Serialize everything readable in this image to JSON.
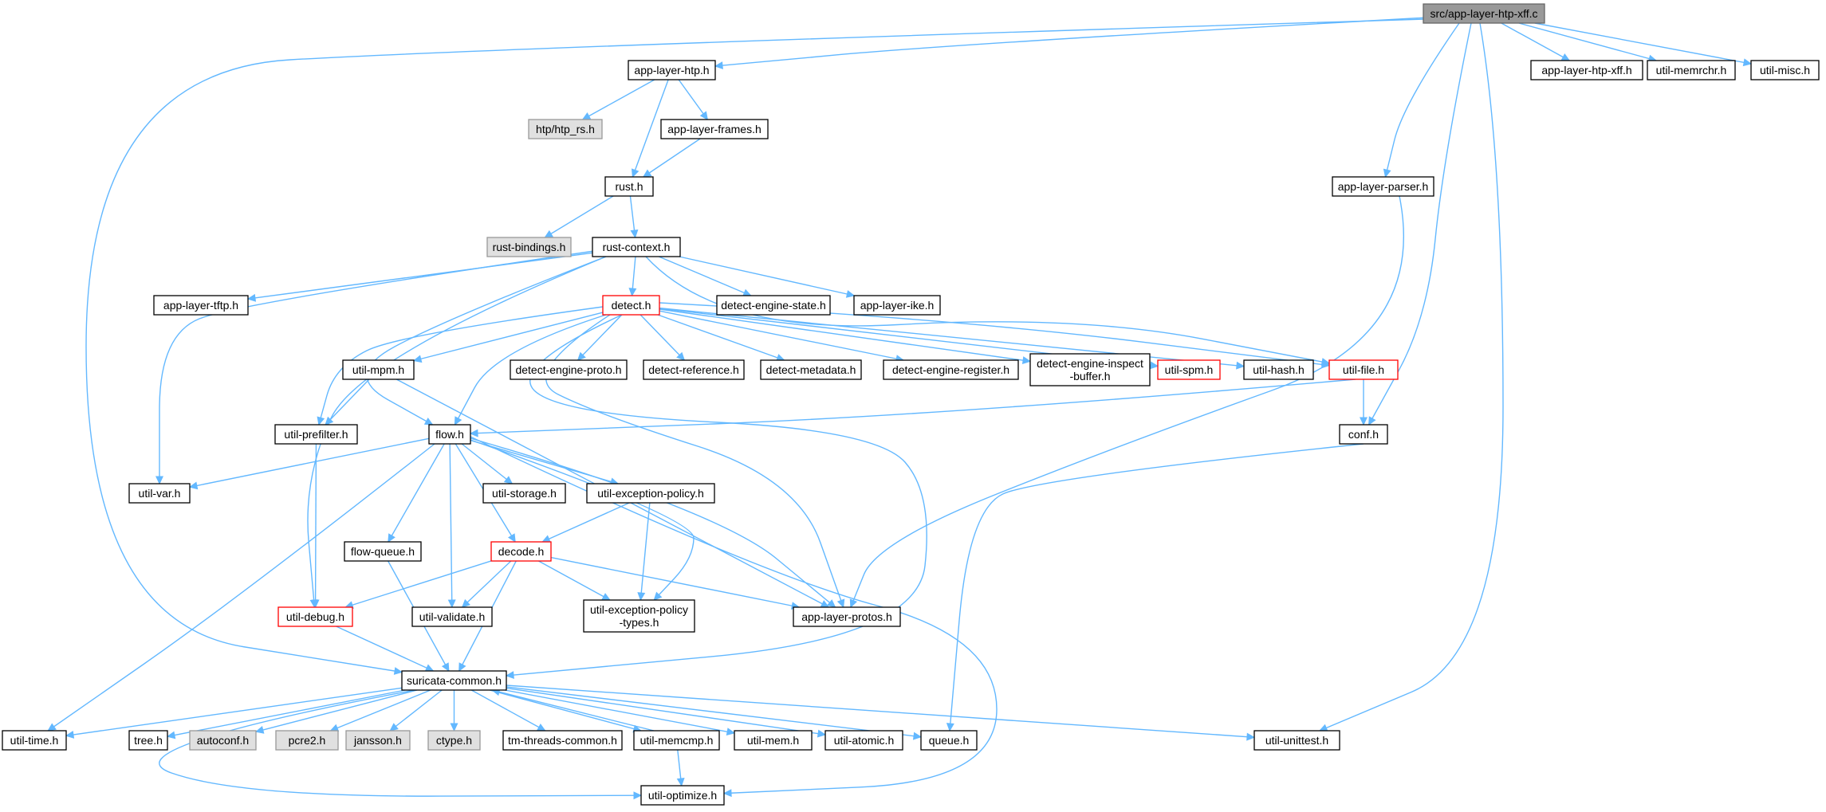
{
  "colors": {
    "edge": "#63b8ff",
    "node_fill": "#ffffff",
    "node_border": "#000000",
    "root_fill": "#999999",
    "root_border": "#666666",
    "external_fill": "#e0e0e0",
    "external_border": "#999999",
    "truncated_border": "#ff0000"
  },
  "nodes": [
    {
      "id": "root",
      "label": "src/app-layer-htp-xff.c",
      "kind": "root"
    },
    {
      "id": "htp",
      "label": "app-layer-htp.h",
      "kind": "normal"
    },
    {
      "id": "htpxff",
      "label": "app-layer-htp-xff.h",
      "kind": "normal"
    },
    {
      "id": "memrchr",
      "label": "util-memrchr.h",
      "kind": "normal"
    },
    {
      "id": "misc",
      "label": "util-misc.h",
      "kind": "normal"
    },
    {
      "id": "htprs",
      "label": "htp/htp_rs.h",
      "kind": "external"
    },
    {
      "id": "frames",
      "label": "app-layer-frames.h",
      "kind": "normal"
    },
    {
      "id": "rust",
      "label": "rust.h",
      "kind": "normal"
    },
    {
      "id": "parser",
      "label": "app-layer-parser.h",
      "kind": "normal"
    },
    {
      "id": "rbind",
      "label": "rust-bindings.h",
      "kind": "external"
    },
    {
      "id": "rctx",
      "label": "rust-context.h",
      "kind": "normal"
    },
    {
      "id": "tftp",
      "label": "app-layer-tftp.h",
      "kind": "normal"
    },
    {
      "id": "detect",
      "label": "detect.h",
      "kind": "truncated"
    },
    {
      "id": "destate",
      "label": "detect-engine-state.h",
      "kind": "normal"
    },
    {
      "id": "ike",
      "label": "app-layer-ike.h",
      "kind": "normal"
    },
    {
      "id": "mpm",
      "label": "util-mpm.h",
      "kind": "normal"
    },
    {
      "id": "deproto",
      "label": "detect-engine-proto.h",
      "kind": "normal"
    },
    {
      "id": "dref",
      "label": "detect-reference.h",
      "kind": "normal"
    },
    {
      "id": "dmeta",
      "label": "detect-metadata.h",
      "kind": "normal"
    },
    {
      "id": "dreg",
      "label": "detect-engine-register.h",
      "kind": "normal"
    },
    {
      "id": "dinsp",
      "label": "detect-engine-inspect\n-buffer.h",
      "kind": "normal"
    },
    {
      "id": "spm",
      "label": "util-spm.h",
      "kind": "truncated"
    },
    {
      "id": "hash",
      "label": "util-hash.h",
      "kind": "normal"
    },
    {
      "id": "file",
      "label": "util-file.h",
      "kind": "truncated"
    },
    {
      "id": "prefilter",
      "label": "util-prefilter.h",
      "kind": "normal"
    },
    {
      "id": "flow",
      "label": "flow.h",
      "kind": "normal"
    },
    {
      "id": "conf",
      "label": "conf.h",
      "kind": "normal"
    },
    {
      "id": "var",
      "label": "util-var.h",
      "kind": "normal"
    },
    {
      "id": "storage",
      "label": "util-storage.h",
      "kind": "normal"
    },
    {
      "id": "excpol",
      "label": "util-exception-policy.h",
      "kind": "normal"
    },
    {
      "id": "flowq",
      "label": "flow-queue.h",
      "kind": "normal"
    },
    {
      "id": "decode",
      "label": "decode.h",
      "kind": "truncated"
    },
    {
      "id": "debug",
      "label": "util-debug.h",
      "kind": "truncated"
    },
    {
      "id": "validate",
      "label": "util-validate.h",
      "kind": "normal"
    },
    {
      "id": "exptypes",
      "label": "util-exception-policy\n-types.h",
      "kind": "normal"
    },
    {
      "id": "protos",
      "label": "app-layer-protos.h",
      "kind": "normal"
    },
    {
      "id": "common",
      "label": "suricata-common.h",
      "kind": "normal"
    },
    {
      "id": "time",
      "label": "util-time.h",
      "kind": "normal"
    },
    {
      "id": "tree",
      "label": "tree.h",
      "kind": "normal"
    },
    {
      "id": "autoconf",
      "label": "autoconf.h",
      "kind": "external"
    },
    {
      "id": "pcre2",
      "label": "pcre2.h",
      "kind": "external"
    },
    {
      "id": "jansson",
      "label": "jansson.h",
      "kind": "external"
    },
    {
      "id": "ctype",
      "label": "ctype.h",
      "kind": "external"
    },
    {
      "id": "tmthreads",
      "label": "tm-threads-common.h",
      "kind": "normal"
    },
    {
      "id": "memcmp",
      "label": "util-memcmp.h",
      "kind": "normal"
    },
    {
      "id": "mem",
      "label": "util-mem.h",
      "kind": "normal"
    },
    {
      "id": "atomic",
      "label": "util-atomic.h",
      "kind": "normal"
    },
    {
      "id": "queue",
      "label": "queue.h",
      "kind": "normal"
    },
    {
      "id": "unittest",
      "label": "util-unittest.h",
      "kind": "normal"
    },
    {
      "id": "optimize",
      "label": "util-optimize.h",
      "kind": "normal"
    }
  ],
  "edges": [
    [
      "root",
      "htp"
    ],
    [
      "root",
      "htpxff"
    ],
    [
      "root",
      "memrchr"
    ],
    [
      "root",
      "misc"
    ],
    [
      "root",
      "parser"
    ],
    [
      "root",
      "conf"
    ],
    [
      "root",
      "unittest"
    ],
    [
      "root",
      "common"
    ],
    [
      "htp",
      "htprs"
    ],
    [
      "htp",
      "frames"
    ],
    [
      "htp",
      "rust"
    ],
    [
      "frames",
      "rust"
    ],
    [
      "rust",
      "rbind"
    ],
    [
      "rust",
      "rctx"
    ],
    [
      "rctx",
      "tftp"
    ],
    [
      "rctx",
      "detect"
    ],
    [
      "rctx",
      "destate"
    ],
    [
      "rctx",
      "ike"
    ],
    [
      "rctx",
      "file"
    ],
    [
      "rctx",
      "var"
    ],
    [
      "rctx",
      "debug"
    ],
    [
      "rctx",
      "flow"
    ],
    [
      "detect",
      "mpm"
    ],
    [
      "detect",
      "deproto"
    ],
    [
      "detect",
      "dref"
    ],
    [
      "detect",
      "dmeta"
    ],
    [
      "detect",
      "dreg"
    ],
    [
      "detect",
      "dinsp"
    ],
    [
      "detect",
      "spm"
    ],
    [
      "detect",
      "hash"
    ],
    [
      "detect",
      "file"
    ],
    [
      "detect",
      "prefilter"
    ],
    [
      "detect",
      "flow"
    ],
    [
      "detect",
      "protos"
    ],
    [
      "detect",
      "common"
    ],
    [
      "mpm",
      "prefilter"
    ],
    [
      "mpm",
      "protos"
    ],
    [
      "prefilter",
      "debug"
    ],
    [
      "file",
      "flow"
    ],
    [
      "file",
      "conf"
    ],
    [
      "parser",
      "protos"
    ],
    [
      "conf",
      "queue"
    ],
    [
      "flow",
      "var"
    ],
    [
      "flow",
      "storage"
    ],
    [
      "flow",
      "excpol"
    ],
    [
      "flow",
      "flowq"
    ],
    [
      "flow",
      "decode"
    ],
    [
      "flow",
      "validate"
    ],
    [
      "flow",
      "exptypes"
    ],
    [
      "flow",
      "protos"
    ],
    [
      "flow",
      "time"
    ],
    [
      "flow",
      "optimize"
    ],
    [
      "excpol",
      "decode"
    ],
    [
      "excpol",
      "exptypes"
    ],
    [
      "flowq",
      "common"
    ],
    [
      "decode",
      "debug"
    ],
    [
      "decode",
      "validate"
    ],
    [
      "decode",
      "exptypes"
    ],
    [
      "decode",
      "protos"
    ],
    [
      "decode",
      "common"
    ],
    [
      "debug",
      "common"
    ],
    [
      "common",
      "time"
    ],
    [
      "common",
      "tree"
    ],
    [
      "common",
      "autoconf"
    ],
    [
      "common",
      "pcre2"
    ],
    [
      "common",
      "jansson"
    ],
    [
      "common",
      "ctype"
    ],
    [
      "common",
      "tmthreads"
    ],
    [
      "common",
      "memcmp"
    ],
    [
      "common",
      "mem"
    ],
    [
      "common",
      "atomic"
    ],
    [
      "common",
      "queue"
    ],
    [
      "common",
      "unittest"
    ],
    [
      "common",
      "optimize"
    ],
    [
      "memcmp",
      "common"
    ],
    [
      "memcmp",
      "optimize"
    ]
  ]
}
